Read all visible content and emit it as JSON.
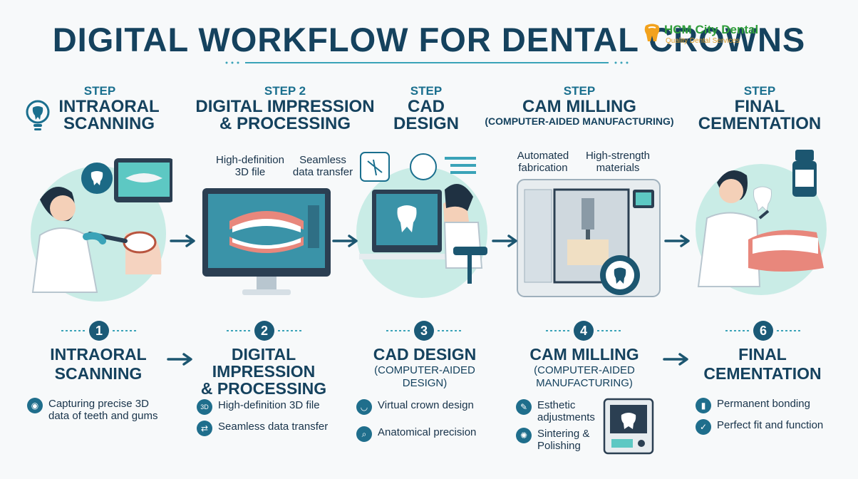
{
  "title": "DIGITAL WORKFLOW FOR DENTAL CROWNS",
  "logo": {
    "name": "HCM City Dental",
    "tagline": "Quality Dental Services"
  },
  "top_steps": [
    {
      "kicker": "STEP",
      "line1": "INTRAORAL",
      "line2": "SCANNING",
      "sub": ""
    },
    {
      "kicker": "STEP 2",
      "line1": "DIGITAL IMPRESSION",
      "line2": "& PROCESSING",
      "sub": ""
    },
    {
      "kicker": "STEP",
      "line1": "CAD",
      "line2": "DESIGN",
      "sub": ""
    },
    {
      "kicker": "STEP",
      "line1": "CAM MILLING",
      "line2": "",
      "sub": "(COMPUTER-AIDED MANUFACTURING)"
    },
    {
      "kicker": "STEP",
      "line1": "FINAL",
      "line2": "CEMENTATION",
      "sub": ""
    }
  ],
  "captions": {
    "step2_a_l1": "High-definition",
    "step2_a_l2": "3D file",
    "step2_b_l1": "Seamless",
    "step2_b_l2": "data transfer",
    "step4_a_l1": "Automated",
    "step4_a_l2": "fabrication",
    "step4_b_l1": "High-strength",
    "step4_b_l2": "materials"
  },
  "bottom_steps": [
    {
      "number": "1",
      "line1": "INTRAORAL",
      "line2": "SCANNING",
      "line3": "",
      "sub1": "",
      "sub2": "",
      "bullets": [
        {
          "icon": "scanner-icon",
          "glyph": "◉",
          "l1": "Capturing precise 3D",
          "l2": "data of teeth and gums"
        }
      ]
    },
    {
      "number": "2",
      "line1": "DIGITAL",
      "line2": "IMPRESSION",
      "line3": "& PROCESSING",
      "sub1": "",
      "sub2": "",
      "bullets": [
        {
          "icon": "3d-file-icon",
          "glyph": "3D",
          "l1": "High-definition 3D file",
          "l2": ""
        },
        {
          "icon": "transfer-icon",
          "glyph": "⇄",
          "l1": "Seamless data transfer",
          "l2": ""
        }
      ]
    },
    {
      "number": "3",
      "line1": "CAD DESIGN",
      "line2": "",
      "line3": "",
      "sub1": "(COMPUTER-AIDED",
      "sub2": "DESIGN)",
      "bullets": [
        {
          "icon": "tooth-icon",
          "glyph": "◡",
          "l1": "Virtual crown design",
          "l2": ""
        },
        {
          "icon": "magnifier-icon",
          "glyph": "⌕",
          "l1": "Anatomical precision",
          "l2": ""
        }
      ]
    },
    {
      "number": "4",
      "line1": "CAM MILLING",
      "line2": "",
      "line3": "",
      "sub1": "(COMPUTER-AIDED",
      "sub2": "MANUFACTURING)",
      "bullets": [
        {
          "icon": "brush-icon",
          "glyph": "✎",
          "l1": "Esthetic",
          "l2": "adjustments"
        },
        {
          "icon": "sintering-icon",
          "glyph": "✺",
          "l1": "Sintering &",
          "l2": "Polishing"
        }
      ]
    },
    {
      "number": "6",
      "line1": "FINAL",
      "line2": "CEMENTATION",
      "line3": "",
      "sub1": "",
      "sub2": "",
      "bullets": [
        {
          "icon": "bottle-icon",
          "glyph": "▮",
          "l1": "Permanent bonding",
          "l2": ""
        },
        {
          "icon": "check-icon",
          "glyph": "✓",
          "l1": "Perfect fit and function",
          "l2": ""
        }
      ]
    }
  ],
  "colors": {
    "navy": "#15425e",
    "teal": "#1a6f8e",
    "mint": "#c9ece6",
    "badge": "#1b5a77"
  }
}
